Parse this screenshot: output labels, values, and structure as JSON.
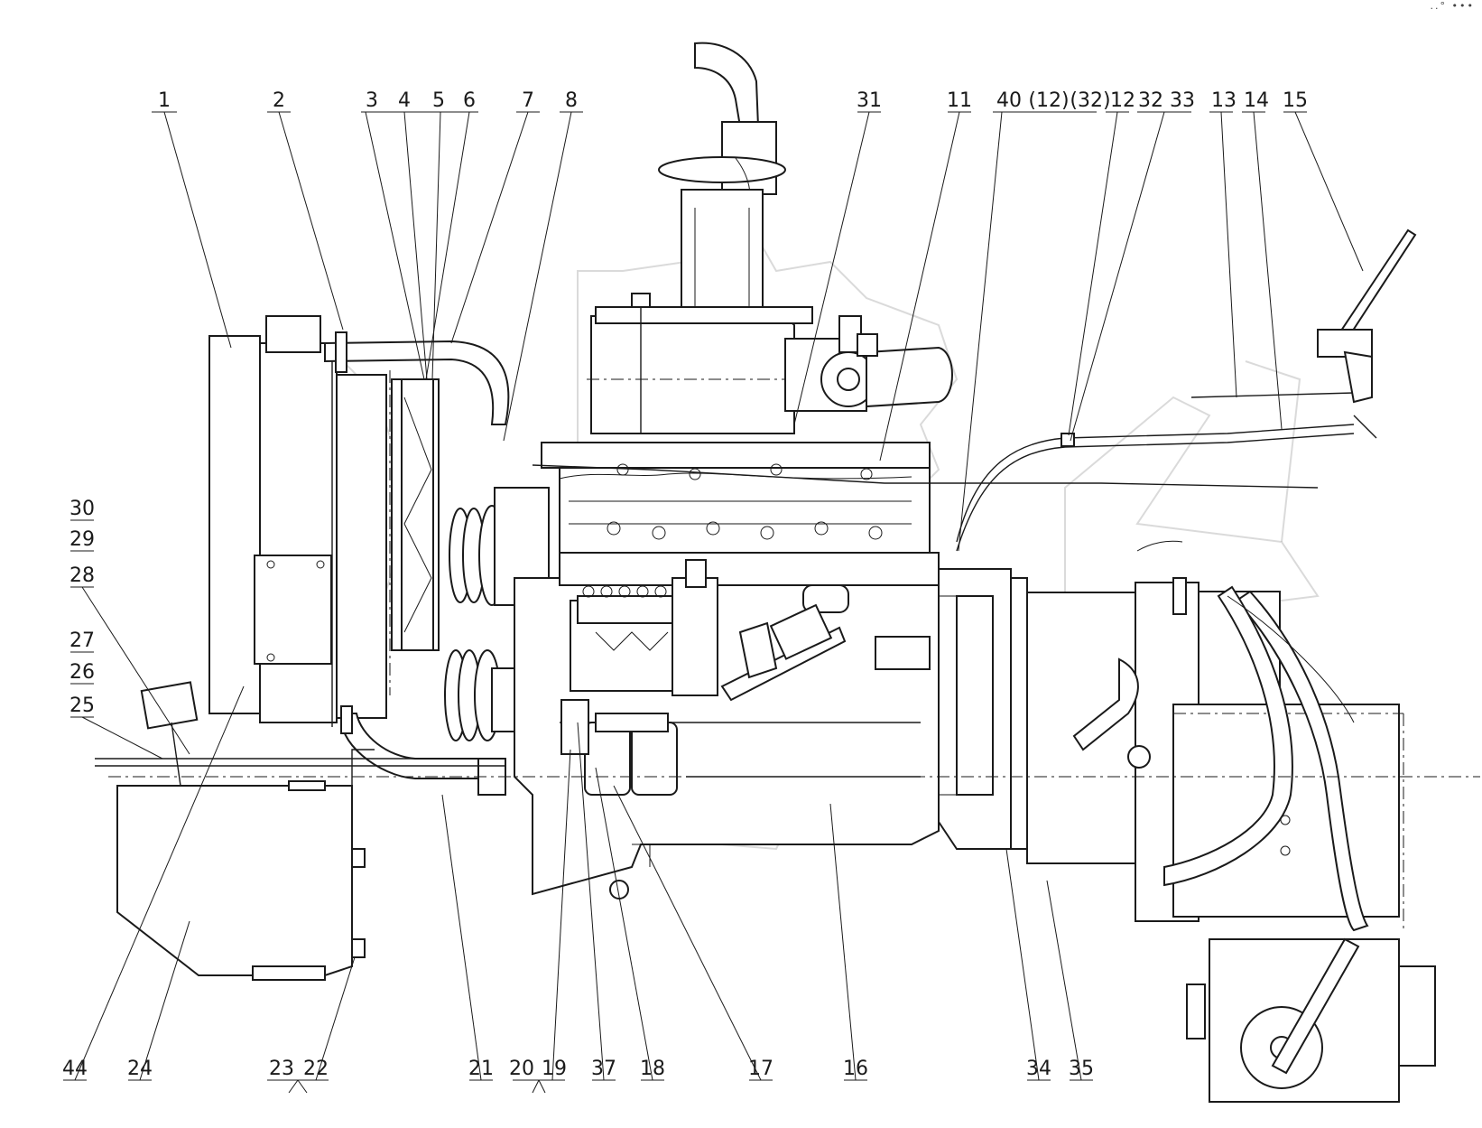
{
  "corner_mark": "..° •••",
  "callouts_top": [
    "1",
    "2",
    "3",
    "4",
    "5",
    "6",
    "7",
    "8",
    "31",
    "11",
    "40",
    "(12)",
    "(32)",
    "12",
    "32",
    "33",
    "13",
    "14",
    "15"
  ],
  "callouts_left": [
    "30",
    "29",
    "28",
    "27",
    "26",
    "25"
  ],
  "callouts_bottom": [
    "44",
    "24",
    "23",
    "22",
    "21",
    "20",
    "19",
    "37",
    "18",
    "17",
    "16",
    "34",
    "35"
  ],
  "colors": {
    "line": "#1a1a1a",
    "watermark": "#bbbbbb",
    "background": "#ffffff"
  }
}
